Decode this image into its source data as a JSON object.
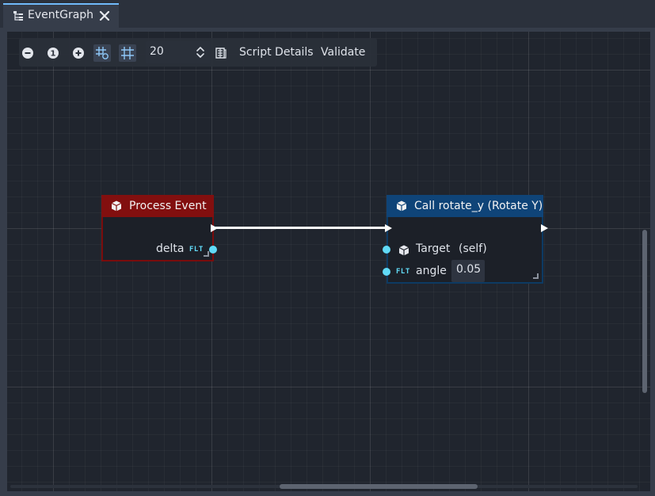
{
  "tabs": [
    {
      "label": "EventGraph",
      "icon": "graph-tree-icon",
      "close_icon": "close-icon",
      "active": true
    }
  ],
  "toolbar": {
    "buttons": [
      {
        "icon": "zoom-out-icon"
      },
      {
        "icon": "zoom-reset-icon",
        "glyph": "1"
      },
      {
        "icon": "zoom-in-icon"
      },
      {
        "icon": "snap-grid-icon",
        "active": true
      },
      {
        "icon": "grid-icon"
      }
    ],
    "snap_value": "20",
    "script_details_icon": "script-details-icon",
    "script_details_label": "Script Details",
    "validate_label": "Validate"
  },
  "nodes": [
    {
      "title": "Process Event",
      "header_color": "#820f0f",
      "icon": "cube-icon",
      "outputs": [
        {
          "type": "exec"
        },
        {
          "label": "delta",
          "type_badge": "FLT"
        }
      ]
    },
    {
      "title": "Call rotate_y (Rotate Y)",
      "header_color": "#0f4478",
      "icon": "cube-icon",
      "inputs": [
        {
          "type": "exec"
        },
        {
          "label": "Target",
          "icon": "cube-icon",
          "value": "(self)"
        },
        {
          "label": "angle",
          "type_badge": "FLT",
          "value": "0.05"
        }
      ],
      "outputs": [
        {
          "type": "exec"
        }
      ]
    }
  ],
  "colors": {
    "accent": "#70bafa",
    "float_port": "#61daf7",
    "canvas_bg": "#20252e"
  }
}
